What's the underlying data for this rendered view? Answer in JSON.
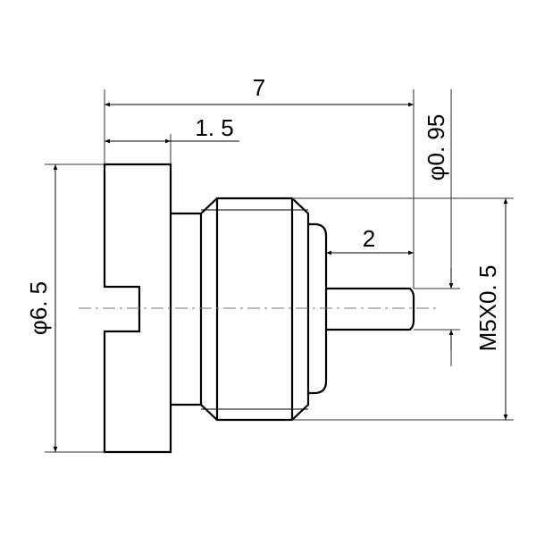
{
  "drawing": {
    "dimensions": {
      "overall_length": "7",
      "flange_thickness": "1. 5",
      "flange_diameter": "φ6. 5",
      "pin_diameter": "φ0. 95",
      "pin_length": "2",
      "thread": "M5X0. 5"
    },
    "colors": {
      "line": "#000000",
      "thin": "#333333",
      "center": "#777777"
    }
  }
}
